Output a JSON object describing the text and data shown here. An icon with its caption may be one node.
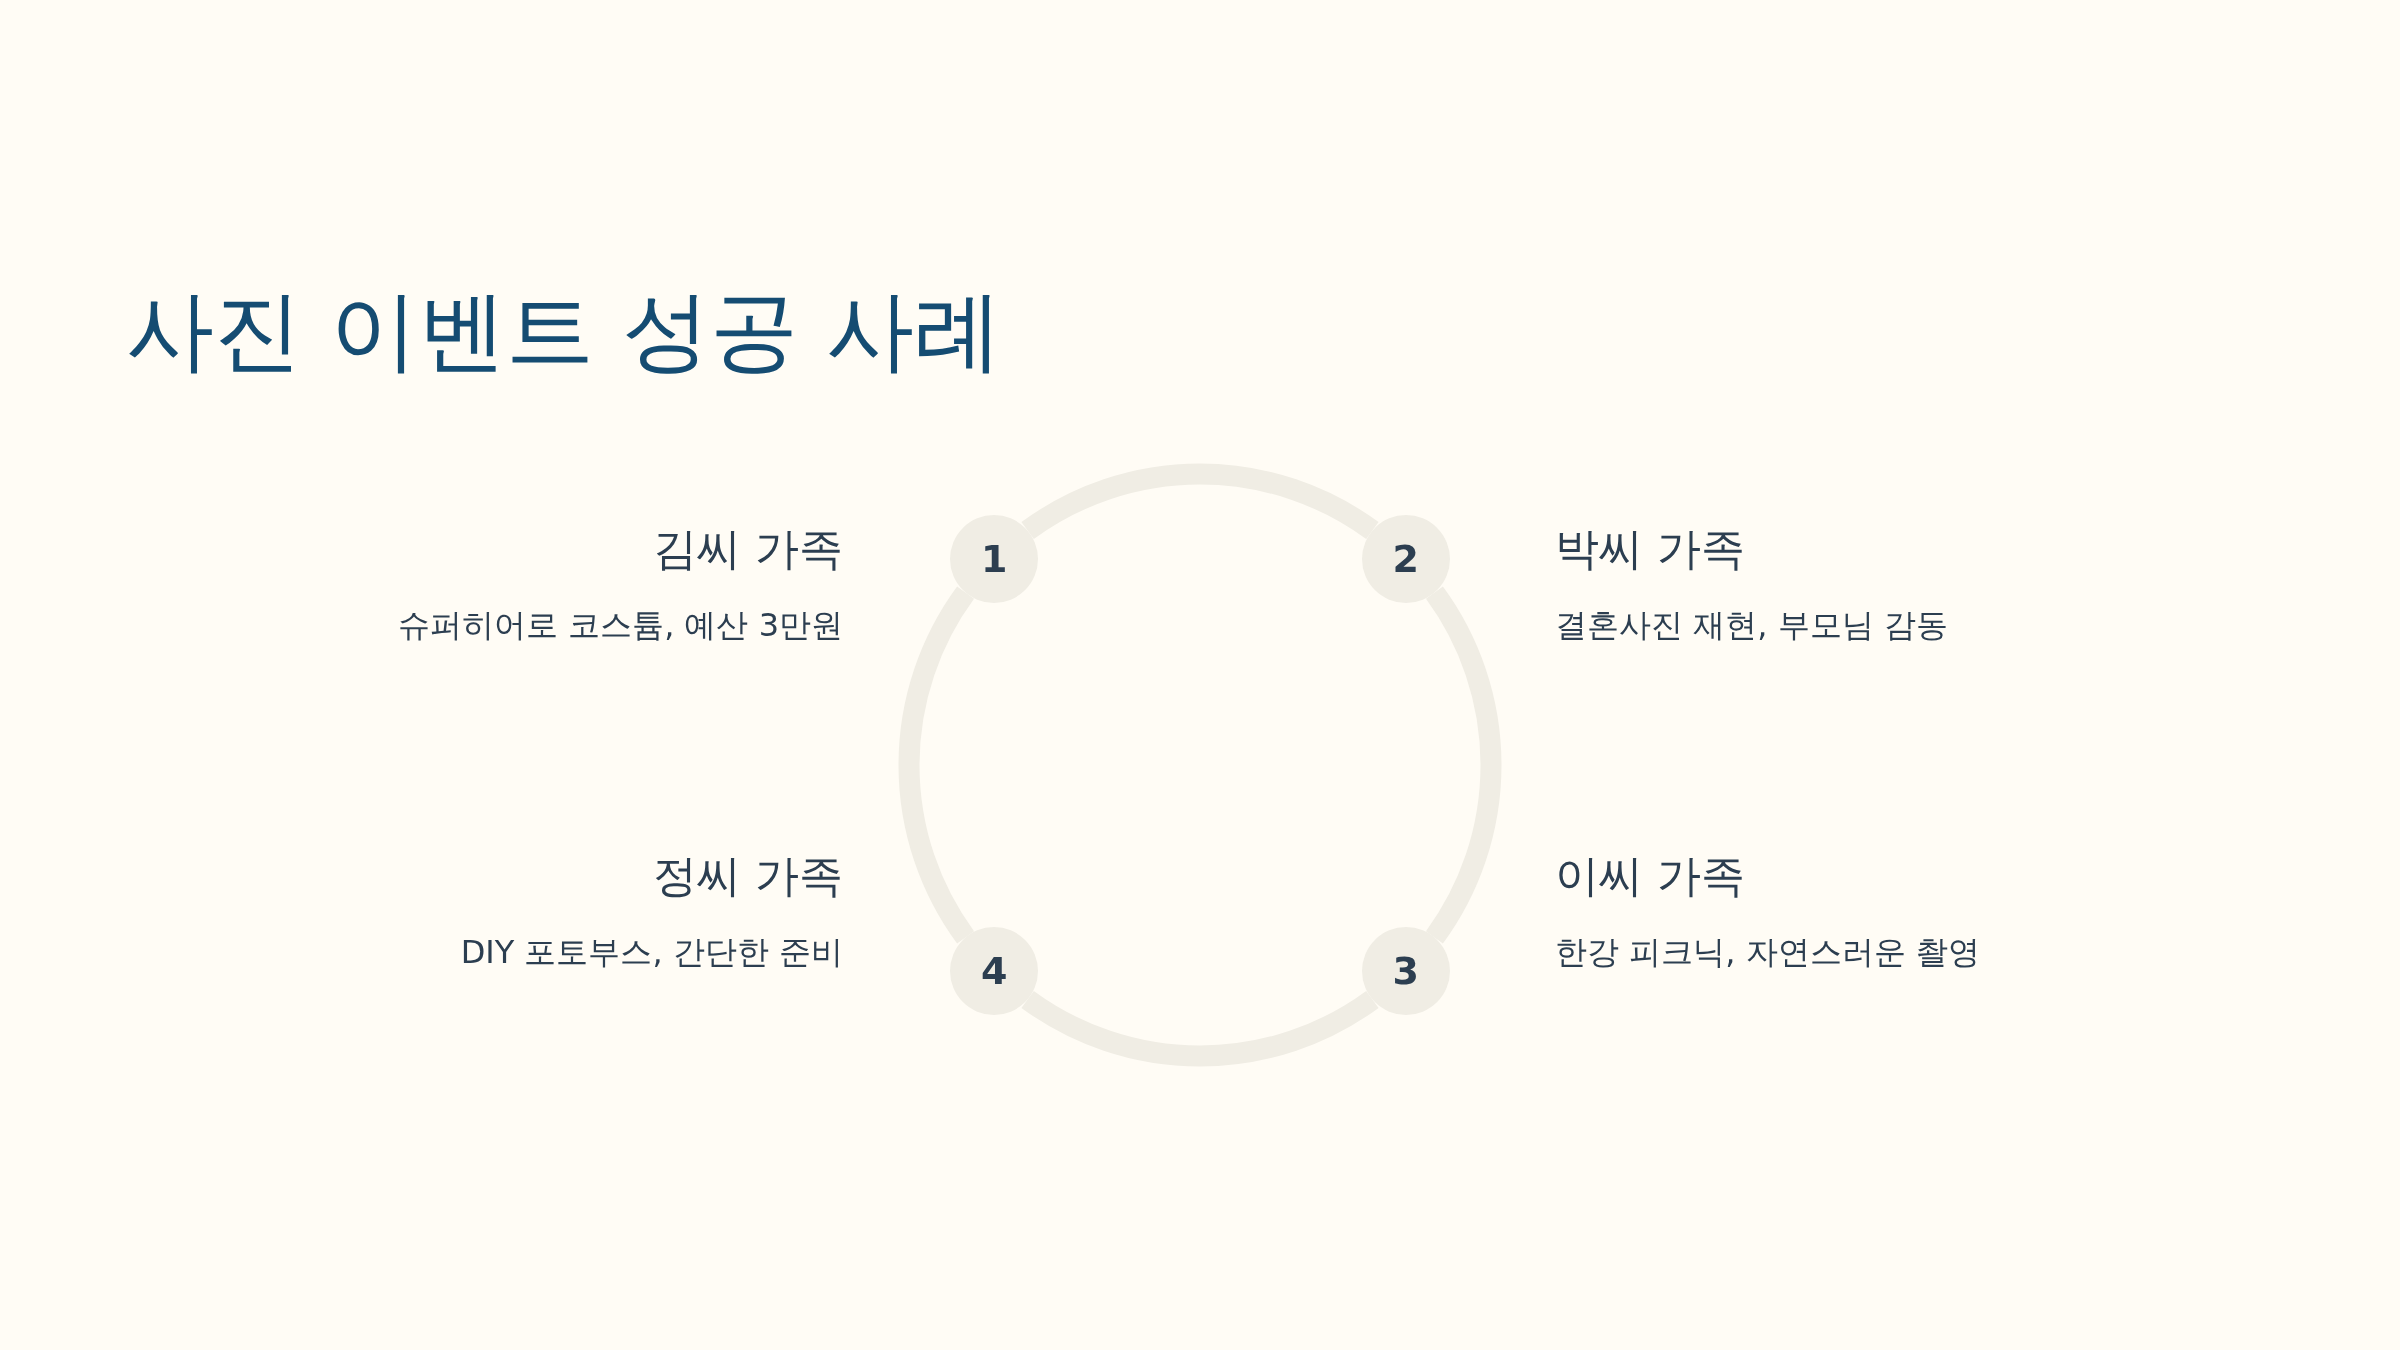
{
  "diagram": {
    "title": "사진 이벤트 성공 사례",
    "nodes": [
      {
        "text": [
          "1"
        ],
        "beside": [
          "김씨 가족",
          "슈퍼히어로 코스튬, 예산 3만원"
        ]
      },
      {
        "text": [
          "2"
        ],
        "beside": [
          "박씨 가족",
          "결혼사진 재현, 부모님 감동"
        ]
      },
      {
        "text": [
          "3"
        ],
        "beside": [
          "이씨 가족",
          "한강 피크닉, 자연스러운 촬영"
        ]
      },
      {
        "text": [
          "4"
        ],
        "beside": [
          "정씨 가족",
          "DIY 포토부스, 간단한 준비"
        ]
      }
    ],
    "edges": [
      {
        "from": 0,
        "to": 1,
        "arrow": "none"
      },
      {
        "from": 1,
        "to": 2,
        "arrow": "none"
      },
      {
        "from": 2,
        "to": 3,
        "arrow": "none"
      },
      {
        "from": 3,
        "to": 0,
        "arrow": "none"
      }
    ]
  }
}
